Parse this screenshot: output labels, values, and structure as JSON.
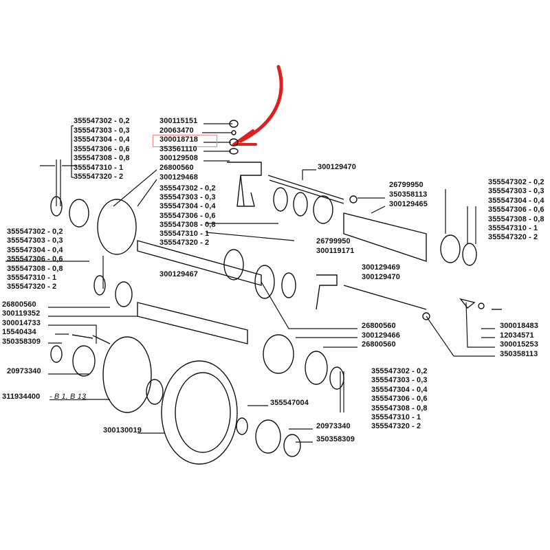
{
  "title": "Gearbox / differential exploded parts diagram",
  "highlighted_part": "300018718",
  "highlight_color": "#e03030",
  "labels": {
    "shims_top_left": [
      "355547302 - 0,2",
      "355547303 - 0,3",
      "355547304 - 0,4",
      "355547306 - 0,6",
      "355547308 - 0,8",
      "355547310 - 1",
      "355547320 - 2"
    ],
    "center_column": [
      "300115151",
      "20063470",
      "300018718",
      "353561110",
      "300129508",
      "26800560",
      "300129468"
    ],
    "shims_center": [
      "355547302 - 0,2",
      "355547303 - 0,3",
      "355547304 - 0,4",
      "355547306 - 0,6",
      "355547308 - 0,8",
      "355547310 - 1",
      "355547320 - 2"
    ],
    "shims_right": [
      "355547302 - 0,2",
      "355547303 - 0,3",
      "355547304 - 0,4",
      "355547306 - 0,6",
      "355547308 - 0,8",
      "355547310 - 1",
      "355547320 - 2"
    ],
    "shims_left_mid": [
      "355547302 - 0,2",
      "355547303 - 0,3",
      "355547304 - 0,4",
      "355547306 - 0,6",
      "355547308 - 0,8",
      "355547310 - 1",
      "355547320 - 2"
    ],
    "shims_bottom_right": [
      "355547302 - 0,2",
      "355547303 - 0,3",
      "355547304 - 0,4",
      "355547306 - 0,6",
      "355547308 - 0,8",
      "355547310 - 1",
      "355547320 - 2"
    ],
    "shaft_top": "300129470",
    "right_top": [
      "26799950",
      "350358113",
      "300129465"
    ],
    "mid_pair": [
      "26799950",
      "300119171"
    ],
    "fork_pair": [
      "300129469",
      "300129470"
    ],
    "shaft_mid": "300129467",
    "left_lower": [
      "26800560",
      "300119352",
      "300014733",
      "15540434",
      "350358309"
    ],
    "bearing_left": "20973340",
    "diff_case": "311934400",
    "diff_case_ref": "- B 1, B 13",
    "ring_gear": "300130019",
    "center_lower": [
      "26800560",
      "300129466",
      "26800560"
    ],
    "right_lower": [
      "300018483",
      "12034571",
      "300015253",
      "350358113"
    ],
    "shim_single": "355547004",
    "bottom_pair": [
      "20973340",
      "350358309"
    ]
  }
}
